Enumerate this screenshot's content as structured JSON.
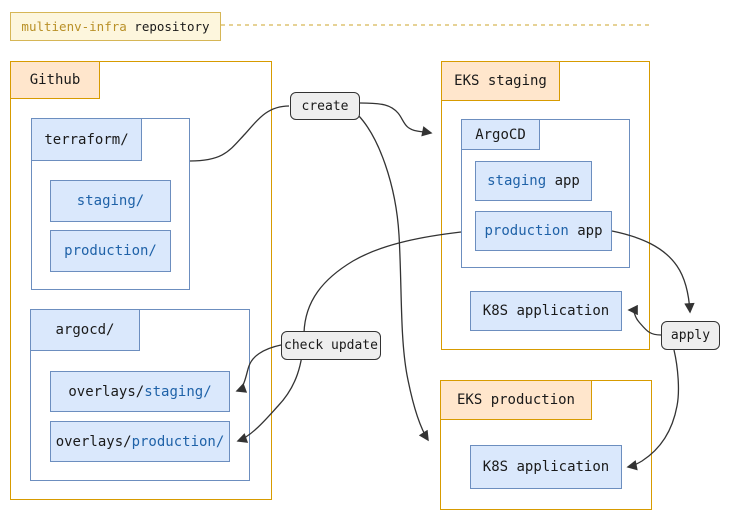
{
  "repo_label": {
    "code": "multienv-infra",
    "rest": " repository"
  },
  "github": {
    "title": "Github",
    "terraform": {
      "title": "terraform/",
      "children": [
        {
          "text": "staging/"
        },
        {
          "text": "production/"
        }
      ]
    },
    "argocd": {
      "title": "argocd/",
      "children": [
        {
          "prefix": "overlays/",
          "highlight": "staging/"
        },
        {
          "prefix": "overlays/",
          "highlight": "production/"
        }
      ]
    }
  },
  "eks_staging": {
    "title": "EKS staging",
    "argocd": {
      "title": "ArgoCD",
      "apps": [
        {
          "highlight": "staging",
          "rest": " app"
        },
        {
          "highlight": "production",
          "rest": " app"
        }
      ]
    },
    "k8s": "K8S application"
  },
  "eks_production": {
    "title": "EKS production",
    "k8s": "K8S application"
  },
  "edge_labels": {
    "create": "create",
    "check_update": "check update",
    "apply": "apply"
  },
  "connections": [
    {
      "from": "terraform/",
      "via": "create",
      "to": "EKS staging"
    },
    {
      "from": "create",
      "to": "EKS production"
    },
    {
      "from": "ArgoCD",
      "via": "check update",
      "to": "overlays/production/"
    },
    {
      "from": "check update",
      "to": "overlays/staging/"
    },
    {
      "from": "production app",
      "to": "apply"
    },
    {
      "from": "apply",
      "to": "K8S application (EKS staging)"
    },
    {
      "from": "apply",
      "to": "K8S application (EKS production)"
    },
    {
      "from": "multienv-infra repository",
      "to": "",
      "style": "dashed"
    }
  ],
  "colors": {
    "orange_border": "#d79b00",
    "orange_fill": "#ffe6cc",
    "blue_border": "#6c8ebf",
    "blue_fill": "#dae8fc",
    "yellow_border": "#d6b656",
    "yellow_fill": "#fdf6dd",
    "gold_text": "#b99027",
    "blue_text": "#1f62a8",
    "label_fill": "#eeeeee",
    "edge_color": "#333333"
  }
}
